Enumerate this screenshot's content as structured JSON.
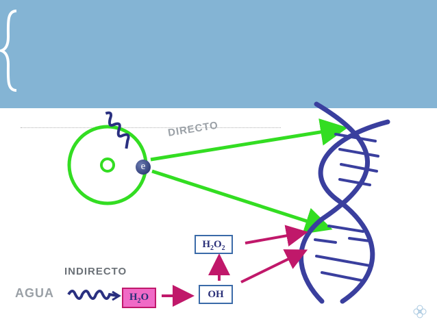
{
  "labels": {
    "directo": "DIRECTO",
    "indirecto": "INDIRECTO",
    "agua": "AGUA",
    "electron": "e"
  },
  "boxes": {
    "h2o2": {
      "main": "H",
      "sub1": "2",
      "mid": "O",
      "sub2": "2"
    },
    "oh": "OH",
    "h2o": {
      "main": "H",
      "sub1": "2",
      "tail": "O"
    }
  },
  "colors": {
    "banner": "#84b4d4",
    "green_arrow": "#33dd22",
    "magenta_arrow": "#c0186a",
    "dna": "#3a3f9e"
  }
}
